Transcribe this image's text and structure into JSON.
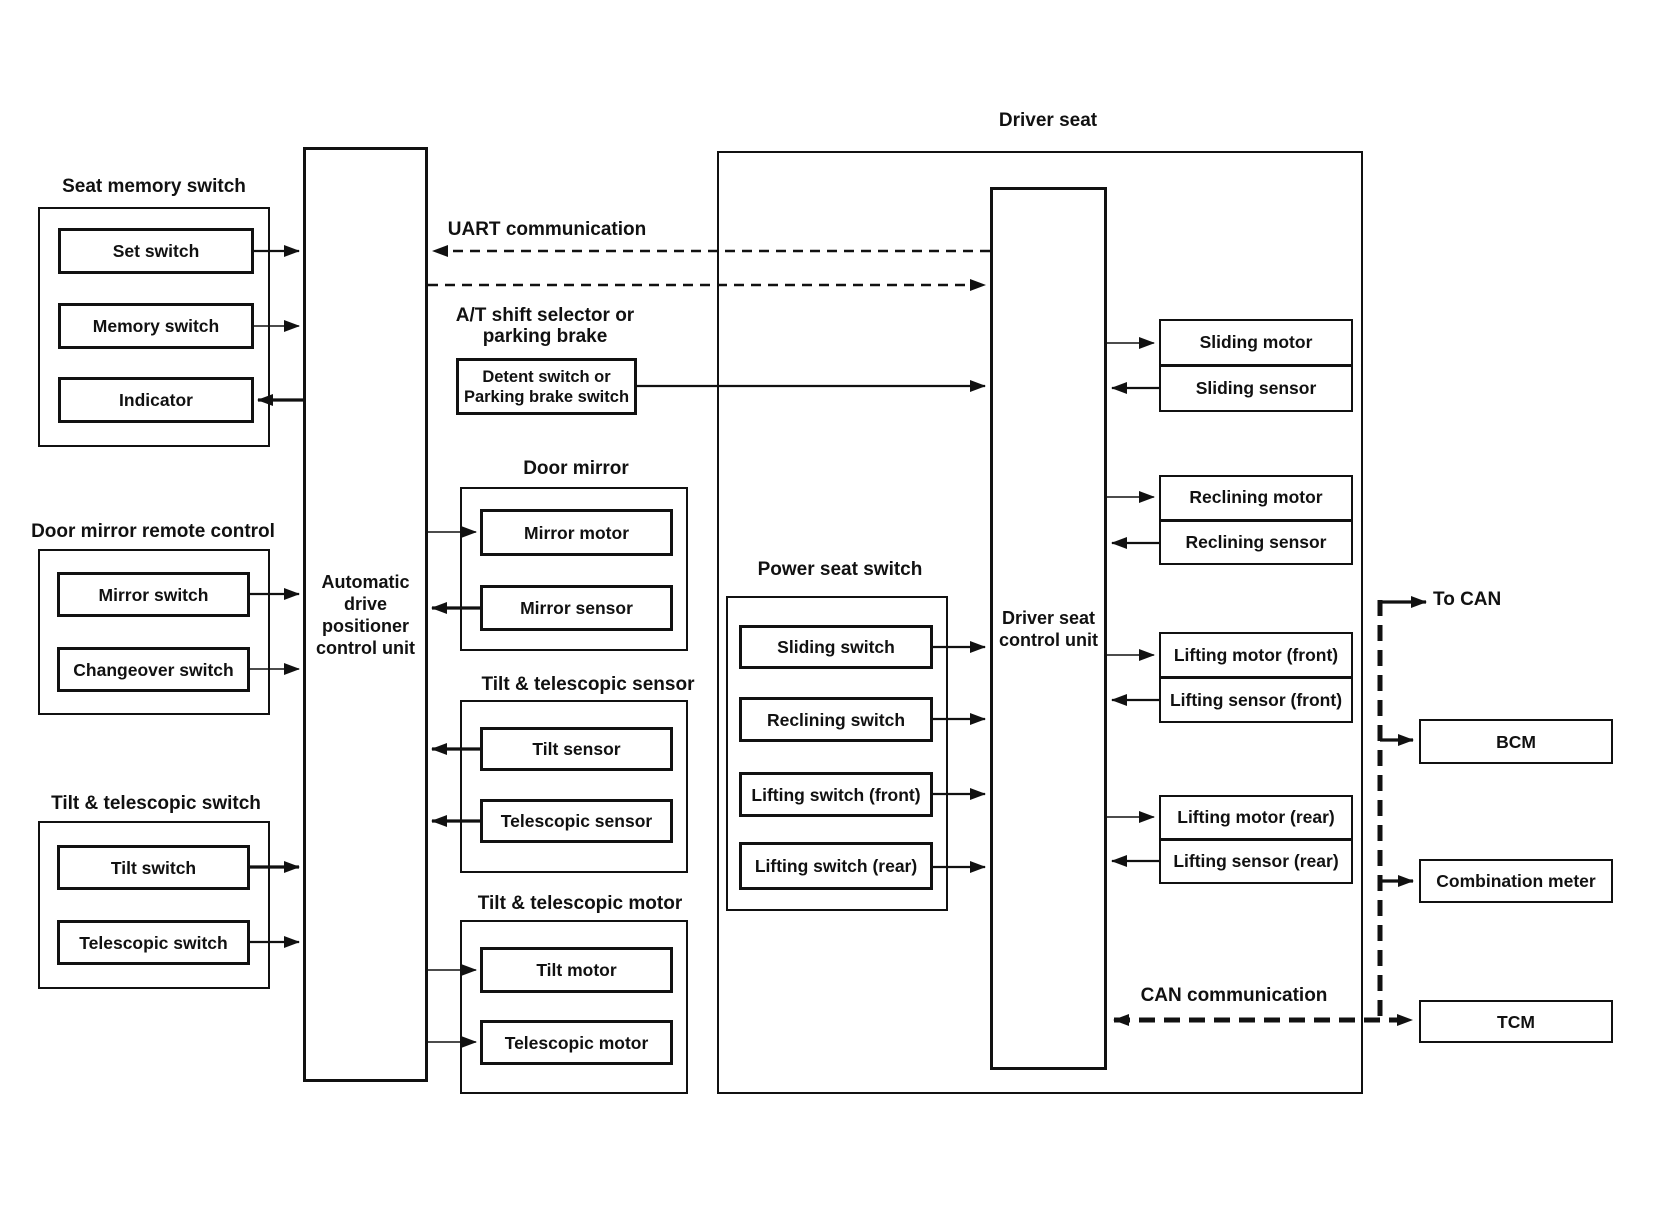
{
  "colors": {
    "ink": "#111111",
    "background": "#ffffff"
  },
  "left": {
    "seat_memory": {
      "title": "Seat memory switch",
      "set_switch": "Set switch",
      "memory_switch": "Memory switch",
      "indicator": "Indicator"
    },
    "door_mirror_remote": {
      "title": "Door mirror remote control",
      "mirror_switch": "Mirror switch",
      "changeover_switch": "Changeover switch"
    },
    "tilt_telescopic_switch": {
      "title": "Tilt & telescopic switch",
      "tilt_switch": "Tilt switch",
      "telescopic_switch": "Telescopic switch"
    }
  },
  "adp_unit": {
    "label": "Automatic\ndrive\npositioner\ncontrol unit"
  },
  "links": {
    "uart_label": "UART communication",
    "at_shift_label": "A/T shift selector or\nparking brake",
    "detent_box": "Detent switch or\nParking brake switch",
    "can_label": "CAN communication",
    "to_can_label": "To CAN"
  },
  "middle": {
    "door_mirror": {
      "title": "Door mirror",
      "mirror_motor": "Mirror motor",
      "mirror_sensor": "Mirror sensor"
    },
    "tilt_telescopic_sensor": {
      "title": "Tilt & telescopic sensor",
      "tilt_sensor": "Tilt sensor",
      "telescopic_sensor": "Telescopic sensor"
    },
    "tilt_telescopic_motor": {
      "title": "Tilt & telescopic motor",
      "tilt_motor": "Tilt motor",
      "telescopic_motor": "Telescopic motor"
    }
  },
  "driver_seat": {
    "title": "Driver seat",
    "control_unit": "Driver seat\ncontrol unit",
    "power_seat_switch": {
      "title": "Power seat switch",
      "sliding": "Sliding switch",
      "reclining": "Reclining switch",
      "lifting_front": "Lifting switch (front)",
      "lifting_rear": "Lifting switch (rear)"
    },
    "actuators": [
      {
        "motor": "Sliding motor",
        "sensor": "Sliding sensor"
      },
      {
        "motor": "Reclining motor",
        "sensor": "Reclining sensor"
      },
      {
        "motor": "Lifting motor (front)",
        "sensor": "Lifting sensor (front)"
      },
      {
        "motor": "Lifting motor (rear)",
        "sensor": "Lifting sensor (rear)"
      }
    ]
  },
  "right": {
    "bcm": "BCM",
    "combination_meter": "Combination meter",
    "tcm": "TCM"
  }
}
